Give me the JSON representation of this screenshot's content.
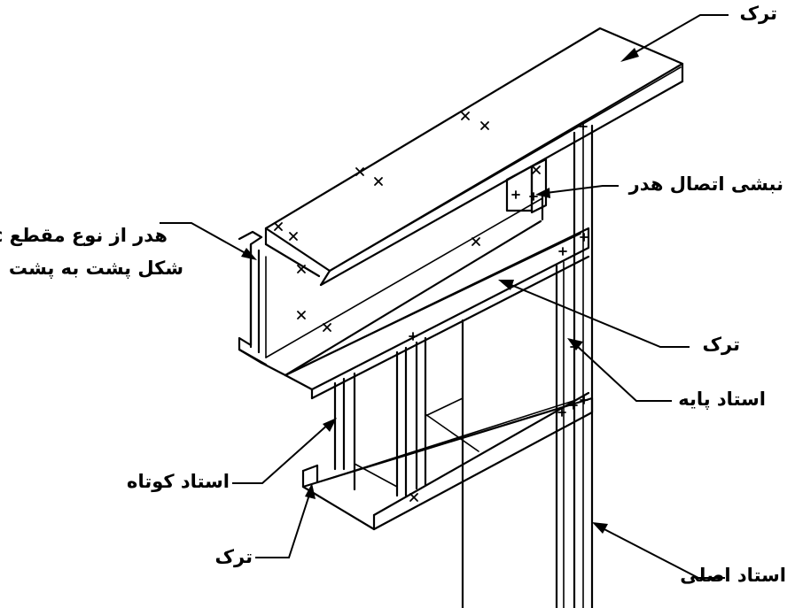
{
  "labels": {
    "track_top": "ترک",
    "angle_connector": "نبشی اتصال هدر",
    "header_line1": "هدر از نوع مقطع c",
    "header_line2": "شکل پشت به پشت",
    "track_middle": "ترک",
    "base_stud": "استاد پایه",
    "short_stud": "استاد کوتاه",
    "track_bottom": "ترک",
    "main_stud": "استاد اصلی"
  }
}
